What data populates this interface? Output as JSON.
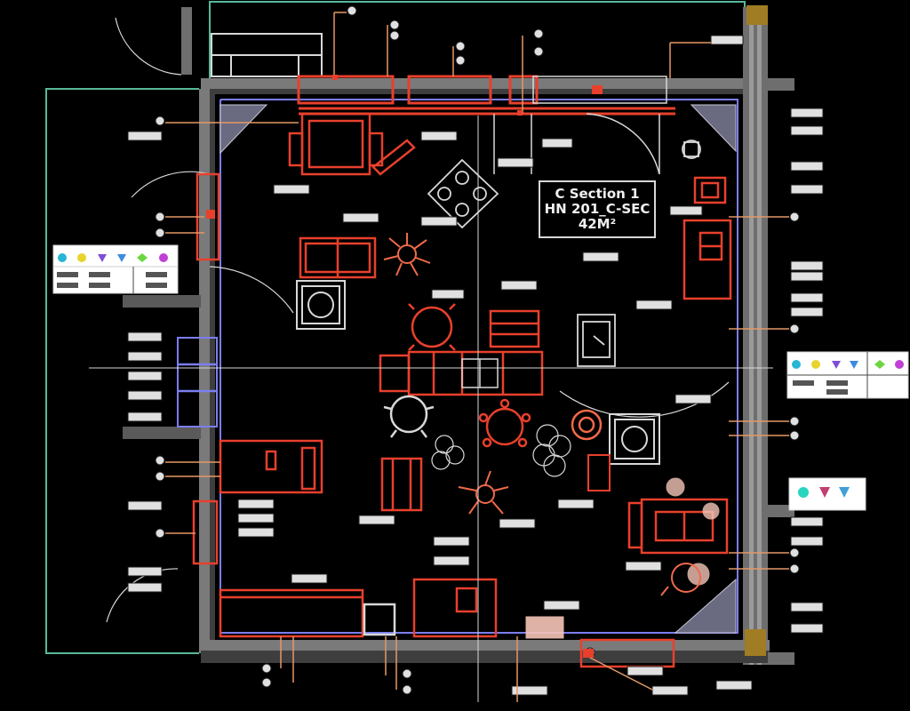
{
  "room": {
    "section_name": "C Section 1",
    "section_code": "HN 201_C-SEC",
    "area": "42M²"
  },
  "colors": {
    "wall": "#8c8c8c",
    "wall_dark": "#4a4a4a",
    "furniture": "#e8402c",
    "furniture_alt": "#f06a4a",
    "utility_line": "#e59866",
    "boundary": "#57b89a",
    "inner_line": "#7b7ef0",
    "fixture": "#d8d8d8",
    "column": "#a07d24",
    "background": "#000000"
  },
  "icons": {
    "legend_icons": [
      "drop-icon",
      "shield-icon",
      "triangle-icon",
      "diamond-icon",
      "hexagon-icon"
    ]
  }
}
